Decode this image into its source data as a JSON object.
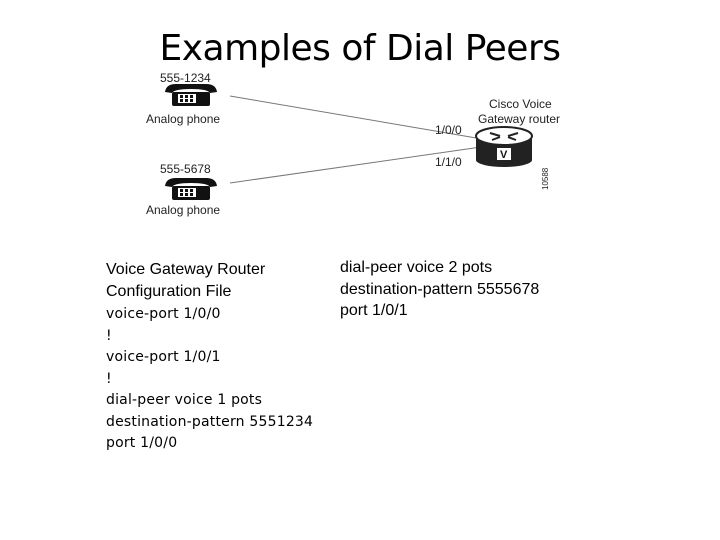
{
  "title": "Examples of Dial Peers",
  "diagram": {
    "phone1": {
      "number": "555-1234",
      "label": "Analog phone"
    },
    "phone2": {
      "number": "555-5678",
      "label": "Analog phone"
    },
    "router": {
      "label_line1": "Cisco Voice",
      "label_line2": "Gateway router",
      "badge": "V"
    },
    "port1": "1/0/0",
    "port2": "1/1/0",
    "figure_id": "10588"
  },
  "left_config": {
    "heading_line1": "Voice Gateway Router",
    "heading_line2": "Configuration File",
    "lines": [
      "voice-port 1/0/0",
      "!",
      "voice-port 1/0/1",
      "!",
      "dial-peer voice 1 pots",
      "destination-pattern 5551234",
      "port 1/0/0"
    ]
  },
  "right_config": {
    "lines": [
      "dial-peer voice 2 pots",
      "destination-pattern 5555678",
      "port 1/0/1"
    ]
  }
}
